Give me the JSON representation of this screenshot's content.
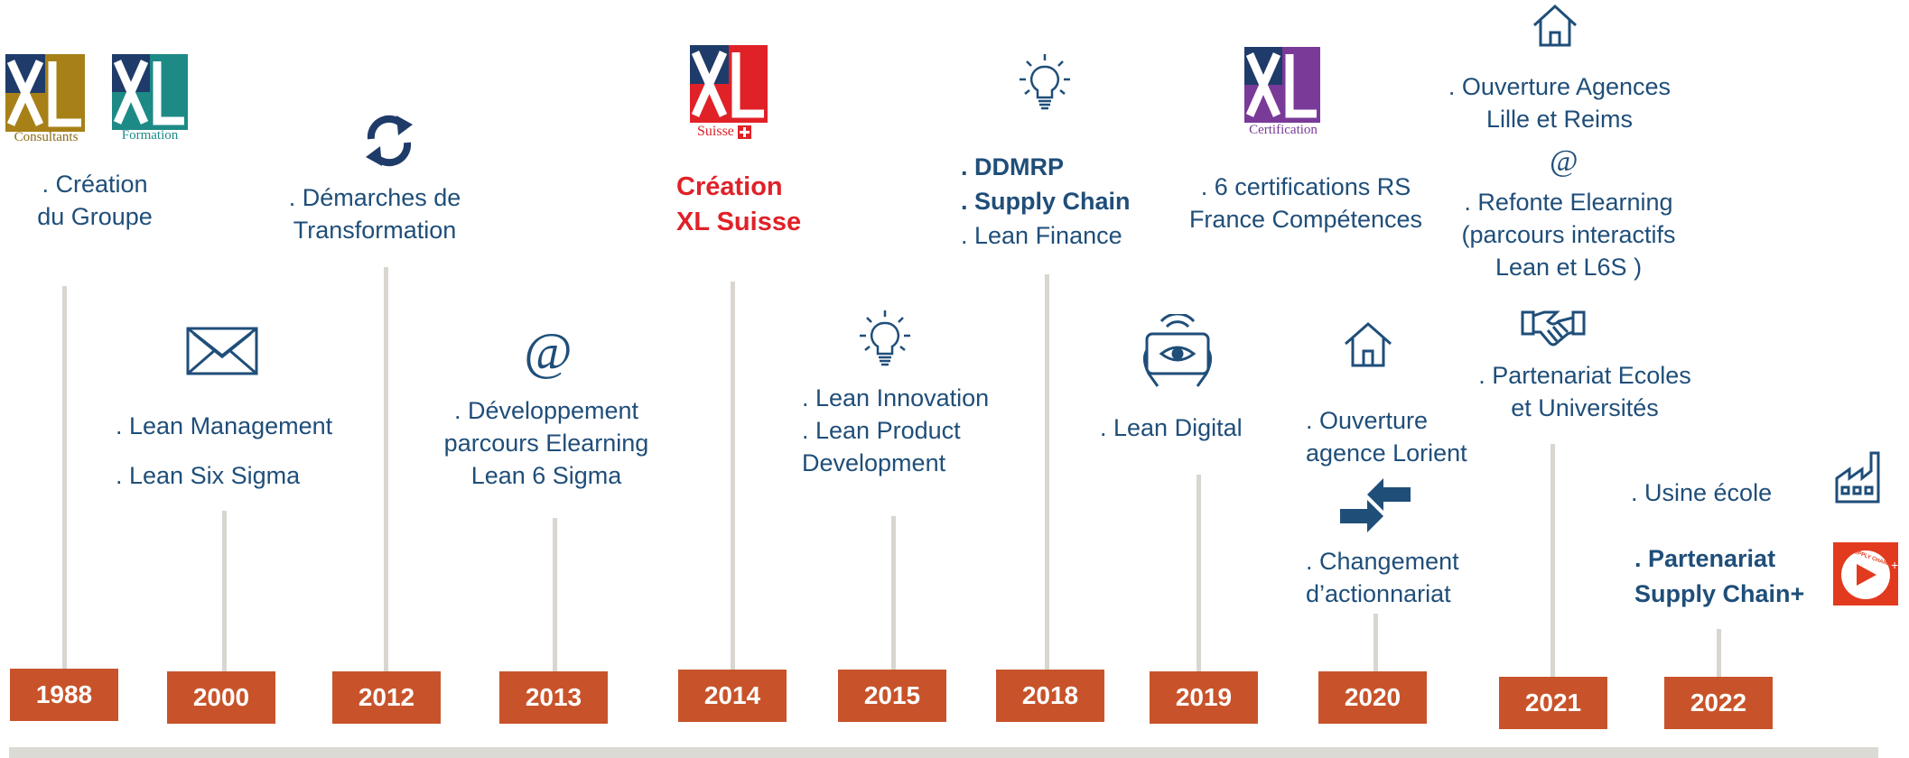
{
  "colors": {
    "text": "#1f4e79",
    "year_box": "#c8532a",
    "stem": "#d9d6d0",
    "accent_red": "#e02128"
  },
  "logos": {
    "consultants": {
      "letters": "XL",
      "caption": "Consultants"
    },
    "formation": {
      "letters": "XL",
      "caption": "Formation"
    },
    "suisse": {
      "letters": "XL",
      "caption": "Suisse"
    },
    "certification": {
      "letters": "XL",
      "caption": "Certification"
    },
    "supply_chain_plus": {
      "text": "SUPPLY CHAIN"
    }
  },
  "milestones": {
    "y1988": {
      "year": "1988",
      "line1": ". Création",
      "line2": "du Groupe"
    },
    "y2000": {
      "year": "2000",
      "line1": ". Lean Management",
      "line2": ". Lean Six Sigma",
      "icon": "envelope-icon"
    },
    "y2012": {
      "year": "2012",
      "line1": ". Démarches de",
      "line2": "Transformation",
      "icon": "refresh-icon"
    },
    "y2013": {
      "year": "2013",
      "line1": ". Développement",
      "line2": "parcours Elearning",
      "line3": "Lean 6 Sigma",
      "icon": "at-icon"
    },
    "y2014": {
      "year": "2014",
      "line1": "Création",
      "line2": "XL Suisse"
    },
    "y2015": {
      "year": "2015",
      "line1": ". Lean Innovation",
      "line2": ". Lean Product",
      "line3": "Development",
      "icon": "lightbulb-icon"
    },
    "y2018": {
      "year": "2018",
      "line1": ". DDMRP",
      "line2": ". Supply Chain",
      "line3": ". Lean Finance",
      "icon": "lightbulb-icon"
    },
    "y2019a": {
      "line1": ". 6 certifications RS",
      "line2": "France Compétences"
    },
    "y2019": {
      "year": "2019",
      "line1": ". Lean Digital",
      "icon": "tablet-eye-icon"
    },
    "y2020": {
      "year": "2020",
      "line1": ". Ouverture",
      "line2": "agence Lorient",
      "line3": ". Changement",
      "line4": "d’actionnariat",
      "icon": "house-icon"
    },
    "y2021": {
      "year": "2021",
      "top1": ". Ouverture Agences",
      "top2": "Lille et Reims",
      "at": "@",
      "mid1": ". Refonte Elearning",
      "mid2": "(parcours interactifs",
      "mid3": "Lean et L6S )",
      "low1": ". Partenariat Ecoles",
      "low2": "et Universités"
    },
    "y2022": {
      "year": "2022",
      "line1": ". Usine école",
      "line2": ". Partenariat",
      "line3": "Supply Chain+"
    }
  }
}
